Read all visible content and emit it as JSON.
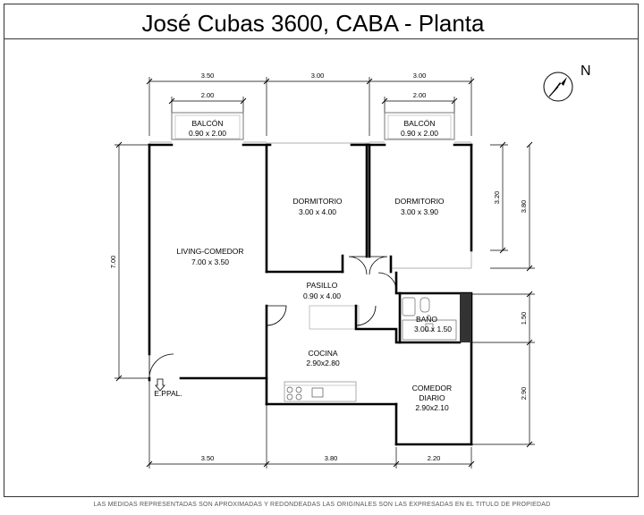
{
  "title": "José Cubas 3600, CABA - Planta",
  "north_label": "N",
  "disclaimer": "LAS MEDIDAS REPRESENTADAS SON APROXIMADAS Y REDONDEADAS LAS ORIGINALES SON LAS EXPRESADAS EN EL TITULO DE PROPIEDAD",
  "rooms": {
    "balcon1": {
      "name": "BALCÓN",
      "size": "0.90 x 2.00"
    },
    "balcon2": {
      "name": "BALCÓN",
      "size": "0.90 x 2.00"
    },
    "dorm1": {
      "name": "DORMITORIO",
      "size": "3.00 x 4.00"
    },
    "dorm2": {
      "name": "DORMITORIO",
      "size": "3.00 x 3.90"
    },
    "living": {
      "name": "LIVING-COMEDOR",
      "size": "7.00 x 3.50"
    },
    "pasillo": {
      "name": "PASILLO",
      "size": "0.90 x 4.00"
    },
    "bano": {
      "name": "BAÑO",
      "size": "3.00 x 1.50"
    },
    "cocina": {
      "name": "COCINA",
      "size": "2.90x2.80"
    },
    "comedor": {
      "name_line1": "COMEDOR",
      "name_line2": "DIARIO",
      "size": "2.90x2.10"
    }
  },
  "entrance_label": "E.PPAL.",
  "dimensions": {
    "top_living": "3.50",
    "top_dorm1": "3.00",
    "top_dorm2": "3.00",
    "balcon1_width": "2.00",
    "balcon2_width": "2.00",
    "left_total": "7.00",
    "right_320": "3.20",
    "right_380": "3.80",
    "right_150": "1.50",
    "right_290": "2.90",
    "bottom_living": "3.50",
    "bottom_cocina": "3.80",
    "bottom_comedor": "2.20"
  }
}
